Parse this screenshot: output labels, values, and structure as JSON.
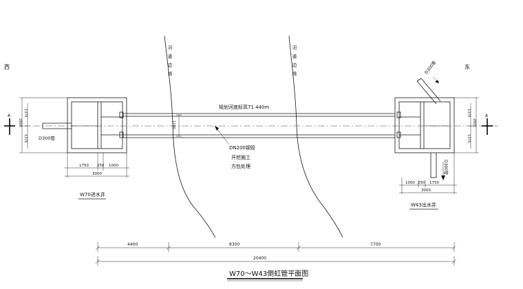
{
  "drawing": {
    "title": "W70～W43倒虹管平面图",
    "west_label": "西",
    "east_label": "东",
    "section_mark_left": "A",
    "section_mark_right": "A",
    "river_edge_label": "河道边线",
    "river_bed_note": "规划河底标高71.440m",
    "pipe_note": [
      "DN200钢管",
      "开挖施工",
      "方包处理"
    ],
    "inlet_pipe_label": "D300管",
    "outlet_pipe_top_label": "D300管",
    "outlet_pipe_bottom_label": "D300管",
    "inlet_well_label": "W70进水井",
    "outlet_well_label": "W43出水井",
    "dims": {
      "left_v1": "1375",
      "left_v2": "1375",
      "left_total": "2800",
      "right_v1": "1375",
      "right_v2": "1375",
      "right_total": "2800",
      "pipe_spacing": "1200",
      "left_w1": "1750",
      "left_w2": "250",
      "left_w3": "1000",
      "left_total_w": "3000",
      "right_w1": "1000",
      "right_w2": "250",
      "right_w3": "1750",
      "right_total_w": "3000",
      "seg1": "4400",
      "seg2": "8300",
      "seg3": "7700",
      "overall": "20400"
    }
  }
}
